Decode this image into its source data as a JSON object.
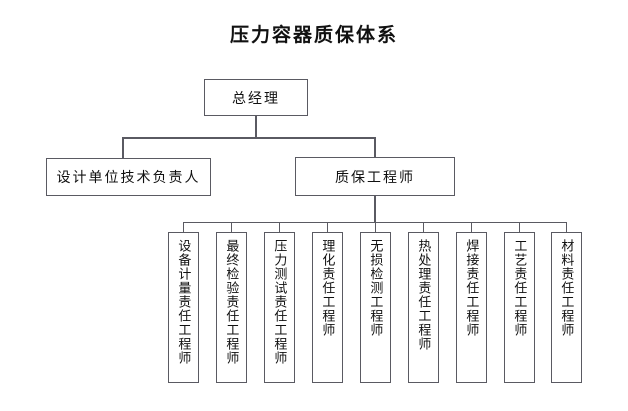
{
  "title": "压力容器质保体系",
  "nodes": {
    "top": {
      "label": "总经理"
    },
    "level2": [
      {
        "label": "设计单位技术负责人"
      },
      {
        "label": "质保工程师"
      }
    ],
    "level3": [
      {
        "label": "设备计量责任工程师"
      },
      {
        "label": "最终检验责任工程师"
      },
      {
        "label": "压力测试责任工程师"
      },
      {
        "label": "理化责任工程师"
      },
      {
        "label": "无损检测工程师"
      },
      {
        "label": "热处理责任工程师"
      },
      {
        "label": "焊接责任工程师"
      },
      {
        "label": "工艺责任工程师"
      },
      {
        "label": "材料责任工程师"
      }
    ]
  },
  "colors": {
    "background": "#ffffff",
    "border": "#5a5a62",
    "text": "#111111",
    "connector": "#5a5a62"
  },
  "chart_data": {
    "type": "diagram",
    "diagram_type": "organizational-hierarchy-tree",
    "title": "压力容器质保体系",
    "orientation": "top-down",
    "levels": 3,
    "nodes": [
      {
        "id": "n0",
        "label": "总经理",
        "level": 1,
        "text_direction": "horizontal"
      },
      {
        "id": "n1",
        "label": "设计单位技术负责人",
        "level": 2,
        "text_direction": "horizontal"
      },
      {
        "id": "n2",
        "label": "质保工程师",
        "level": 2,
        "text_direction": "horizontal"
      },
      {
        "id": "n3",
        "label": "设备计量责任工程师",
        "level": 3,
        "text_direction": "vertical"
      },
      {
        "id": "n4",
        "label": "最终检验责任工程师",
        "level": 3,
        "text_direction": "vertical"
      },
      {
        "id": "n5",
        "label": "压力测试责任工程师",
        "level": 3,
        "text_direction": "vertical"
      },
      {
        "id": "n6",
        "label": "理化责任工程师",
        "level": 3,
        "text_direction": "vertical"
      },
      {
        "id": "n7",
        "label": "无损检测工程师",
        "level": 3,
        "text_direction": "vertical"
      },
      {
        "id": "n8",
        "label": "热处理责任工程师",
        "level": 3,
        "text_direction": "vertical"
      },
      {
        "id": "n9",
        "label": "焊接责任工程师",
        "level": 3,
        "text_direction": "vertical"
      },
      {
        "id": "n10",
        "label": "工艺责任工程师",
        "level": 3,
        "text_direction": "vertical"
      },
      {
        "id": "n11",
        "label": "材料责任工程师",
        "level": 3,
        "text_direction": "vertical"
      }
    ],
    "edges": [
      {
        "from": "n0",
        "to": "n1"
      },
      {
        "from": "n0",
        "to": "n2"
      },
      {
        "from": "n2",
        "to": "n3"
      },
      {
        "from": "n2",
        "to": "n4"
      },
      {
        "from": "n2",
        "to": "n5"
      },
      {
        "from": "n2",
        "to": "n6"
      },
      {
        "from": "n2",
        "to": "n7"
      },
      {
        "from": "n2",
        "to": "n8"
      },
      {
        "from": "n2",
        "to": "n9"
      },
      {
        "from": "n2",
        "to": "n10"
      },
      {
        "from": "n2",
        "to": "n11"
      }
    ]
  }
}
